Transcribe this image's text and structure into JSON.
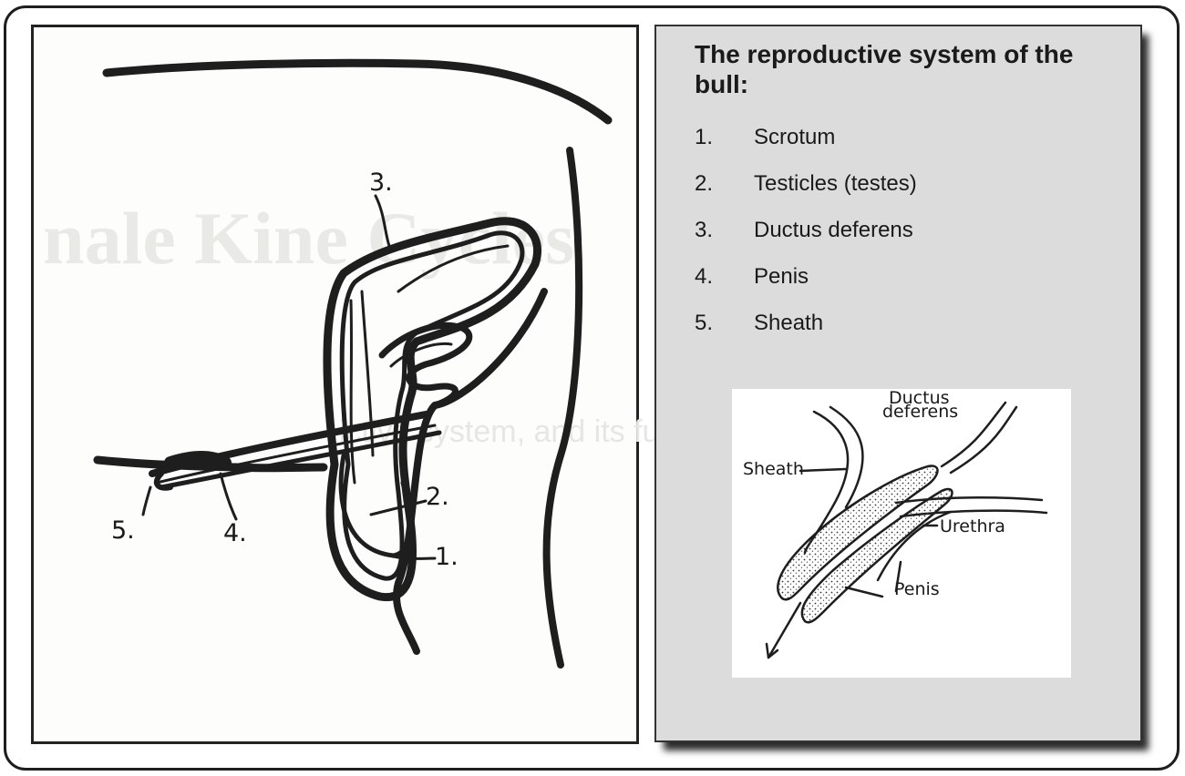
{
  "panel": {
    "title": "The reproductive system of the bull:",
    "items": [
      {
        "num": "1.",
        "label": "Scrotum"
      },
      {
        "num": "2.",
        "label": "Testicles (testes)"
      },
      {
        "num": "3.",
        "label": "Ductus deferens"
      },
      {
        "num": "4.",
        "label": "Penis"
      },
      {
        "num": "5.",
        "label": "Sheath"
      }
    ]
  },
  "diagram": {
    "labels": {
      "one": "1.",
      "two": "2.",
      "three": "3.",
      "four": "4.",
      "five": "5."
    },
    "background_show_through": {
      "title": "nale Kine Cycles",
      "subtitle": "ictive system, and its function"
    }
  },
  "inset": {
    "labels": {
      "ductus": "Ductus",
      "deferens": "deferens",
      "sheath": "Sheath",
      "urethra": "Urethra",
      "penis": "Penis"
    }
  },
  "colors": {
    "ink": "#1e1e1e",
    "panel_bg": "#dcdcdc",
    "frame": "#1e1e1e"
  }
}
